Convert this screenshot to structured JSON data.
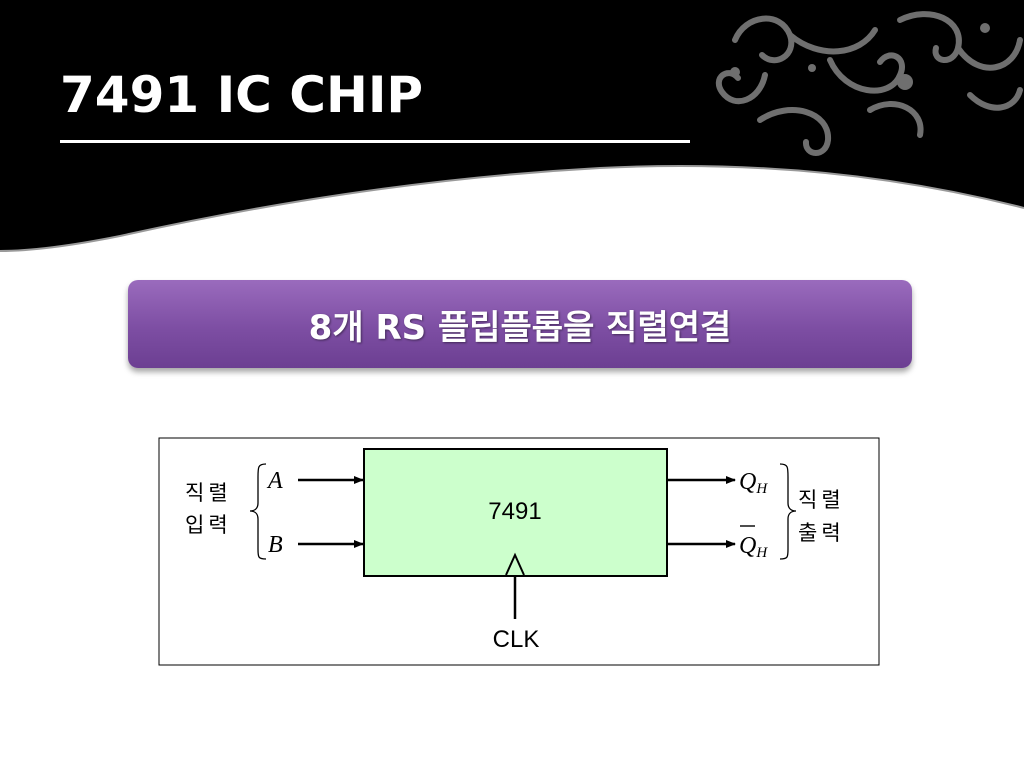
{
  "slide": {
    "title": "7491 IC CHIP",
    "subtitle": "8개 RS 플립플롭을 직렬연결"
  },
  "diagram": {
    "chip_label": "7491",
    "input_group_label": [
      "직렬",
      "입력"
    ],
    "output_group_label": [
      "직렬",
      "출력"
    ],
    "inputs": [
      "A",
      "B"
    ],
    "outputs": [
      {
        "base": "Q",
        "sub": "H"
      },
      {
        "base": "Q",
        "sub": "H"
      }
    ],
    "clock_label": "CLK"
  },
  "colors": {
    "header_background": "#000000",
    "swirl": "#6f6f6f",
    "subtitle_box": "#7d4ea3",
    "chip_fill": "#ccffcc"
  }
}
